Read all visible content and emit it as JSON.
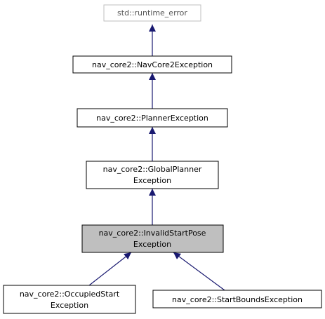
{
  "diagram": {
    "nodes": {
      "runtime_error": {
        "label": "std::runtime_error"
      },
      "navcore2_exception": {
        "label": "nav_core2::NavCore2Exception"
      },
      "planner_exception": {
        "label": "nav_core2::PlannerException"
      },
      "global_planner_exception": {
        "label_line1": "nav_core2::GlobalPlanner",
        "label_line2": "Exception"
      },
      "invalid_start_pose_exception": {
        "label_line1": "nav_core2::InvalidStartPose",
        "label_line2": "Exception"
      },
      "occupied_start_exception": {
        "label_line1": "nav_core2::OccupiedStart",
        "label_line2": "Exception"
      },
      "start_bounds_exception": {
        "label": "nav_core2::StartBoundsException"
      }
    },
    "edges": [
      {
        "from": "navcore2_exception",
        "to": "runtime_error"
      },
      {
        "from": "planner_exception",
        "to": "navcore2_exception"
      },
      {
        "from": "global_planner_exception",
        "to": "planner_exception"
      },
      {
        "from": "invalid_start_pose_exception",
        "to": "global_planner_exception"
      },
      {
        "from": "occupied_start_exception",
        "to": "invalid_start_pose_exception"
      },
      {
        "from": "start_bounds_exception",
        "to": "invalid_start_pose_exception"
      }
    ],
    "colors": {
      "edge": "#191970",
      "highlight_fill": "#bfbfbf",
      "external_border": "#bfbfbf",
      "border": "#000000"
    }
  }
}
